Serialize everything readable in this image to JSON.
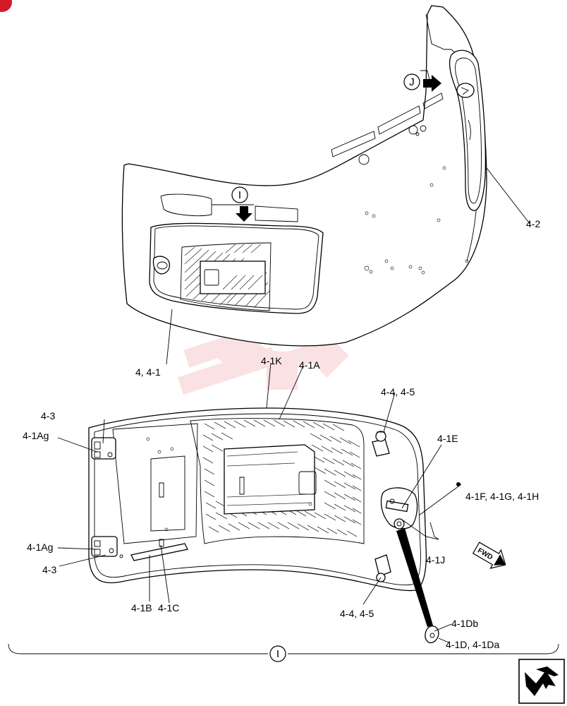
{
  "diagram": {
    "labels": {
      "l_4_3_top": "4-3",
      "l_4_1ag_top": "4-1Ag",
      "l_4_1ag_bot": "4-1Ag",
      "l_4_3_bot": "4-3",
      "l_4_4_top": "4-4, 4-5",
      "l_4_4_bot": "4-4, 4-5",
      "l_4_2": "4-2",
      "l_4_41": "4, 4-1",
      "l_4_1k": "4-1K",
      "l_4_1a": "4-1A",
      "l_4_1e": "4-1E",
      "l_4_1f": "4-1F, 4-1G, 4-1H",
      "l_4_1j": "4-1J",
      "l_4_1b": "4-1B",
      "l_4_1c": "4-1C",
      "l_4_1db": "4-1Db",
      "l_4_1d": "4-1D, 4-1Da",
      "fwd": "FWD"
    },
    "callouts": {
      "view_i_top": "I",
      "view_j": "J",
      "view_i_bottom": "I"
    }
  }
}
